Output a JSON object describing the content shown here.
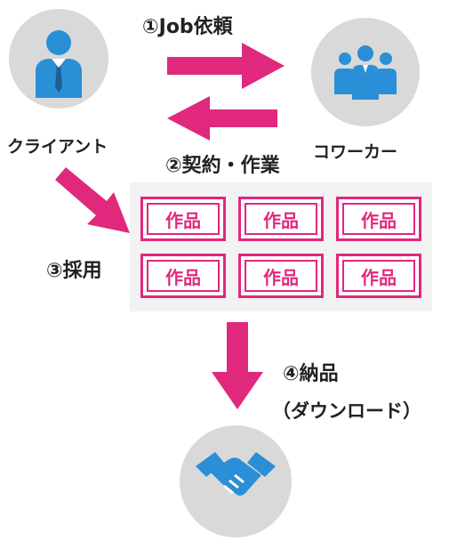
{
  "colors": {
    "accent": "#e0287d",
    "icon_blue": "#2a8fd6",
    "circle_gray": "#d9d9d9",
    "grid_bg": "#f2f2f2",
    "text": "#222222"
  },
  "actors": {
    "client": {
      "label": "クライアント",
      "icon": "businessman-icon"
    },
    "coworker": {
      "label": "コワーカー",
      "icon": "group-icon"
    },
    "delivery": {
      "icon": "handshake-icon"
    }
  },
  "steps": {
    "step1": "①Job依頼",
    "step2": "②契約・作業",
    "step3": "③採用",
    "step4_line1": "④納品",
    "step4_line2": "（ダウンロード）"
  },
  "works": [
    "作品",
    "作品",
    "作品",
    "作品",
    "作品",
    "作品"
  ]
}
